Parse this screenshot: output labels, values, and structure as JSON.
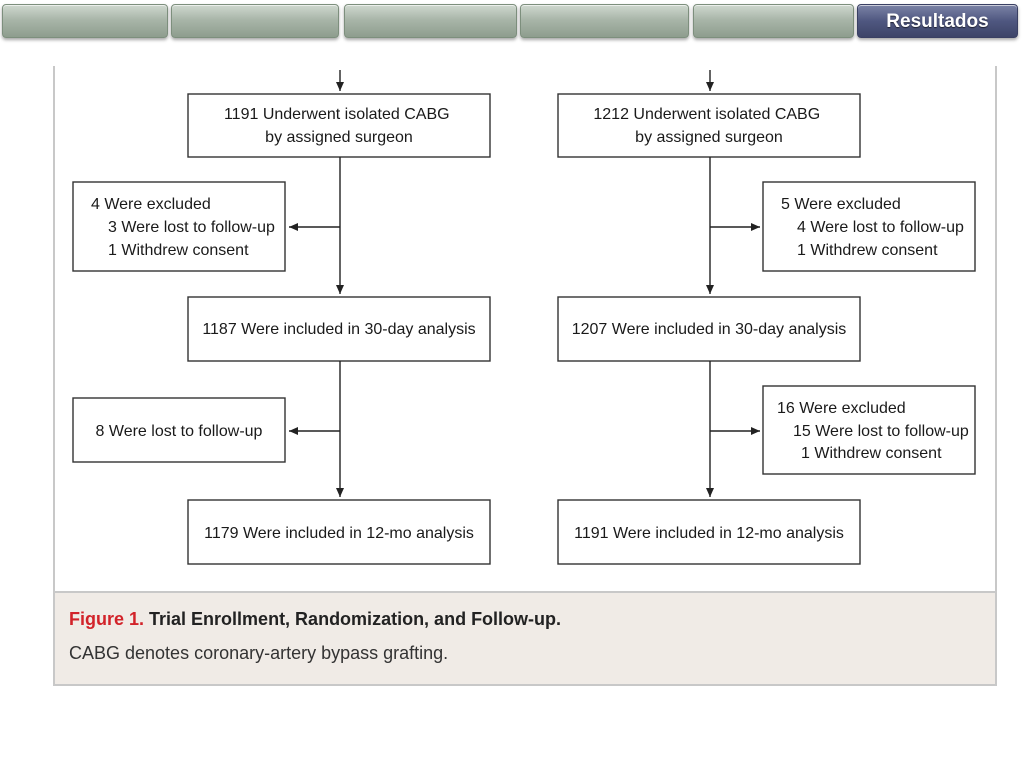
{
  "tabs": [
    {
      "label": ""
    },
    {
      "label": ""
    },
    {
      "label": ""
    },
    {
      "label": ""
    },
    {
      "label": ""
    },
    {
      "label": "Resultados"
    }
  ],
  "left": {
    "underwent": [
      "1191 Underwent isolated CABG",
      "by assigned surgeon"
    ],
    "excluded1": [
      "4 Were excluded",
      "3 Were lost to follow-up",
      "1 Withdrew consent"
    ],
    "included30": "1187 Were included in 30-day analysis",
    "excluded2": [
      "8 Were lost to follow-up"
    ],
    "included12": "1179 Were included in 12-mo analysis"
  },
  "right": {
    "underwent": [
      "1212 Underwent isolated CABG",
      "by assigned surgeon"
    ],
    "excluded1": [
      "5 Were excluded",
      "4 Were lost to follow-up",
      "1 Withdrew consent"
    ],
    "included30": "1207 Were included in 30-day analysis",
    "excluded2": [
      "16 Were excluded",
      "15 Were lost to follow-up",
      "1 Withdrew consent"
    ],
    "included12": "1191 Were included in 12-mo analysis"
  },
  "caption": {
    "number": "Figure 1.",
    "title": "Trial Enrollment, Randomization, and Follow-up.",
    "text": "CABG denotes coronary-artery bypass grafting."
  }
}
